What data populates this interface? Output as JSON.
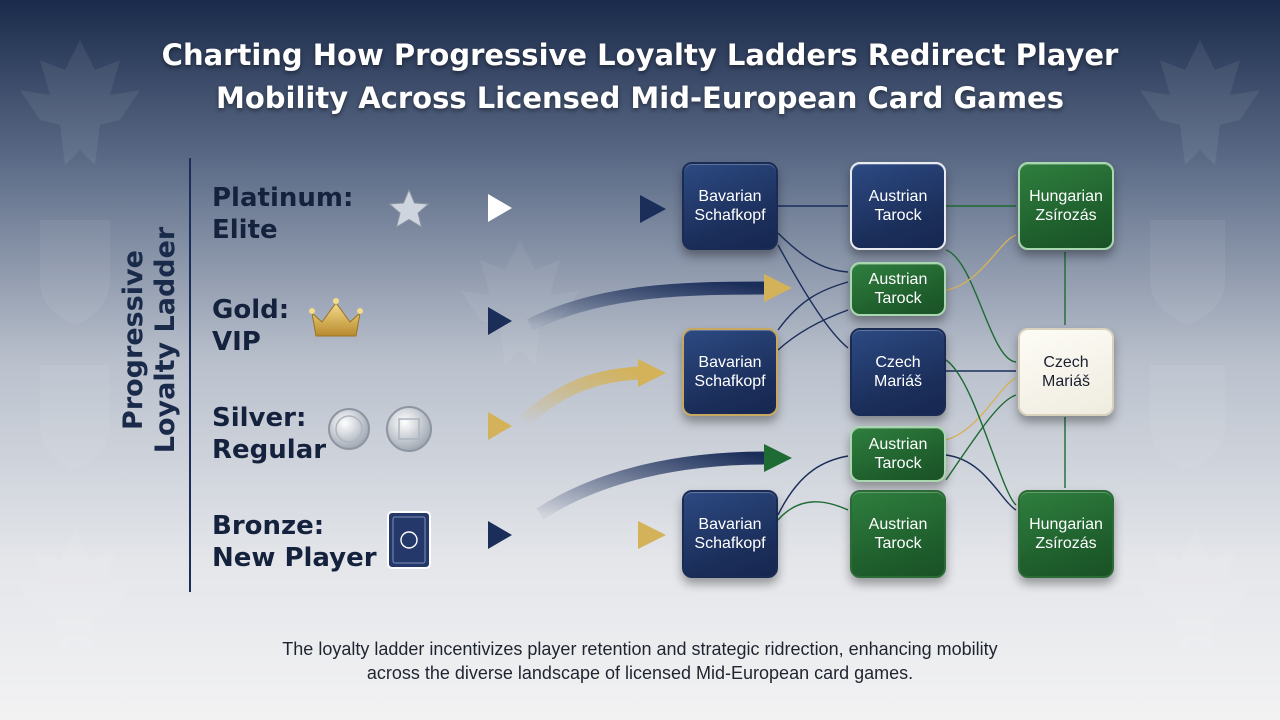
{
  "title": {
    "line1": "Charting How Progressive Loyalty Ladders Redirect Player",
    "line2": "Mobility Across Licensed Mid-European Card Games"
  },
  "axis_label": {
    "line1": "Progressive",
    "line2": "Loyalty Ladder"
  },
  "tiers": [
    {
      "line1": "Platinum:",
      "line2": "Elite",
      "icon": "star-icon"
    },
    {
      "line1": "Gold:",
      "line2": "VIP",
      "icon": "crown-icon"
    },
    {
      "line1": "Silver:",
      "line2": "Regular",
      "icon": "silver-coin-icon"
    },
    {
      "line1": "Bronze:",
      "line2": "New Player",
      "icon": "playing-card-icon"
    }
  ],
  "nodes": [
    {
      "id": "bavarian-1",
      "line1": "Bavarian",
      "line2": "Schafkopf",
      "color": "#1b2e5a"
    },
    {
      "id": "austrian-1",
      "line1": "Austrian",
      "line2": "Tarock",
      "color": "#1b2e5a"
    },
    {
      "id": "hungarian-1",
      "line1": "Hungarian",
      "line2": "Zsírozás",
      "color": "#1e5d2c"
    },
    {
      "id": "austrian-2",
      "line1": "Austrian",
      "line2": "Tarock",
      "color": "#1e5d2c"
    },
    {
      "id": "bavarian-2",
      "line1": "Bavarian",
      "line2": "Schafkopf",
      "color": "#1b2e5a"
    },
    {
      "id": "czech-1",
      "line1": "Czech",
      "line2": "Mariáš",
      "color": "#1b2e5a"
    },
    {
      "id": "czech-2",
      "line1": "Czech",
      "line2": "Mariáš",
      "color": "#f5f3ea"
    },
    {
      "id": "austrian-3",
      "line1": "Austrian",
      "line2": "Tarock",
      "color": "#1e5d2c"
    },
    {
      "id": "bavarian-3",
      "line1": "Bavarian",
      "line2": "Schafkopf",
      "color": "#1b2e5a"
    },
    {
      "id": "austrian-4",
      "line1": "Austrian",
      "line2": "Tarock",
      "color": "#1e5d2c"
    },
    {
      "id": "hungarian-2",
      "line1": "Hungarian",
      "line2": "Zsírozás",
      "color": "#1e5d2c"
    }
  ],
  "colors": {
    "navy": "#1b2e5a",
    "green": "#1e5d2c",
    "gold": "#d4b25a",
    "ivory": "#f5f3ea"
  },
  "caption": {
    "line1": "The loyalty ladder incentivizes player retention and strategic ridrection, enhancing mobility",
    "line2": "across the diverse landscape of licensed Mid-European card games."
  }
}
